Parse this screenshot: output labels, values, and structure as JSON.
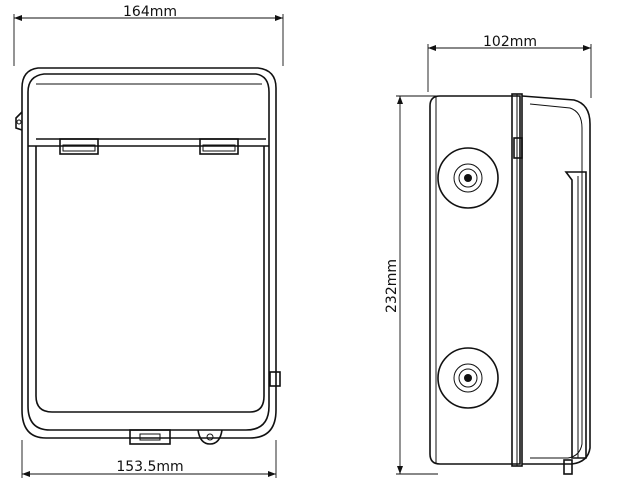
{
  "dimensions": {
    "front_width_top": "164mm",
    "front_width_bottom": "153.5mm",
    "side_depth": "102mm",
    "height": "232mm"
  }
}
